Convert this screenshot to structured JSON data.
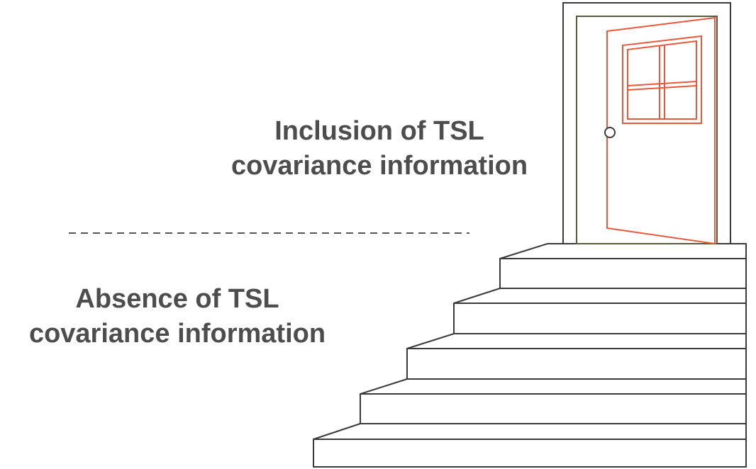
{
  "labels": {
    "upper": {
      "line1": "Inclusion of TSL",
      "line2": "covariance information"
    },
    "lower": {
      "line1": "Absence of TSL",
      "line2": "covariance information"
    }
  },
  "colors": {
    "text": "#4d4d4d",
    "outline": "#3a3a3a",
    "door": "#e8593c",
    "frame_inner": "#5a5a3c",
    "divider": "#555555"
  },
  "icons": {
    "door": "open-door-icon",
    "stairs": "staircase-icon"
  }
}
